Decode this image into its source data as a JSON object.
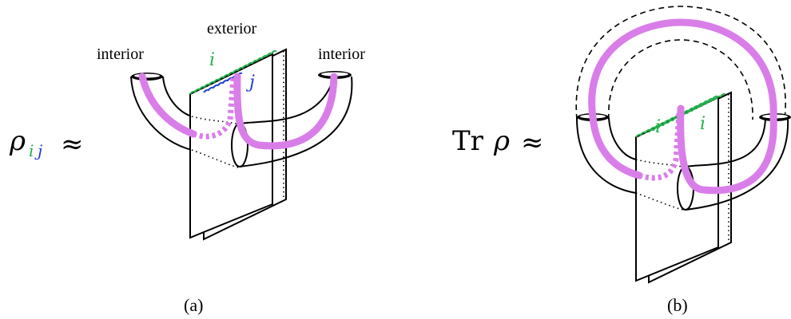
{
  "panel_a": {
    "lhs_symbol": "ρ",
    "lhs_index_i": "i",
    "lhs_index_j": "j",
    "approx": "≈",
    "label_exterior": "exterior",
    "label_interior_left": "interior",
    "label_interior_right": "interior",
    "edge_label_i": "i",
    "edge_label_j": "j",
    "caption": "(a)"
  },
  "panel_b": {
    "lhs_tr": "Tr",
    "lhs_symbol": "ρ",
    "approx": "≈",
    "edge_label_i_left": "i",
    "edge_label_i_right": "i",
    "caption": "(b)"
  },
  "colors": {
    "string": "#d97ee9",
    "index_i": "#22b14c",
    "index_j": "#1f3fd6",
    "line": "#000000"
  }
}
